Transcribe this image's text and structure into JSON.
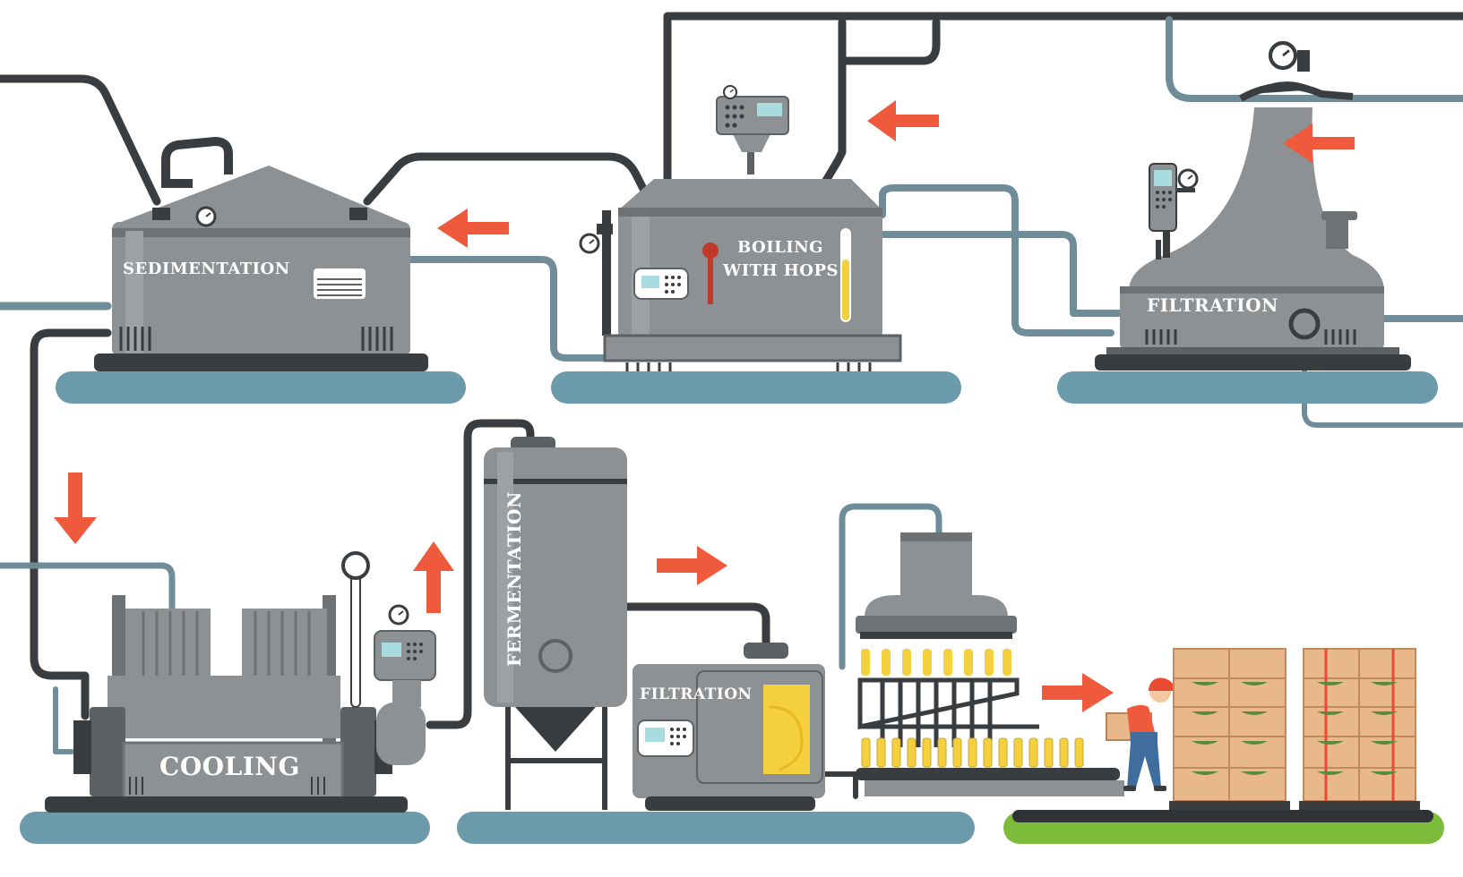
{
  "stages": {
    "sedimentation": "SEDIMENTATION",
    "boiling_line1": "BOILING",
    "boiling_line2": "WITH HOPS",
    "filtration_top": "FILTRATION",
    "cooling": "COOLING",
    "fermentation": "FERMENTATION",
    "filtration_bottom": "FILTRATION"
  },
  "icons": {
    "arrow": "arrow-icon",
    "gauge": "pressure-gauge-icon",
    "control_panel": "control-panel-icon"
  },
  "colors": {
    "machine_body": "#8e9193",
    "machine_dark": "#5d6163",
    "pipe_dark": "#3a3d40",
    "pipe_light": "#6f8d98",
    "platform": "#6b9aaa",
    "arrow": "#f05a3c",
    "beer": "#f4d03f",
    "crate": "#e8b88a",
    "grass": "#7dbb3a"
  }
}
